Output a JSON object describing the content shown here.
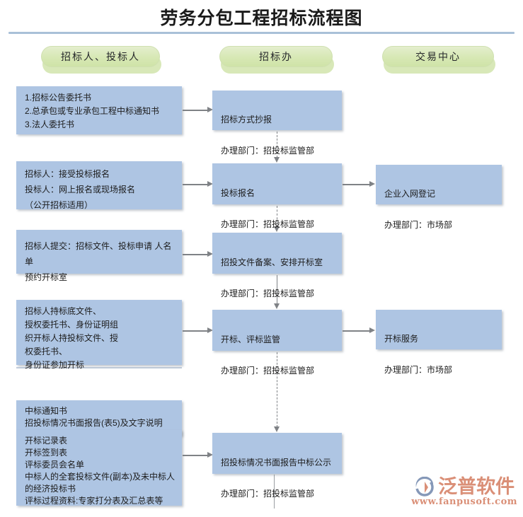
{
  "page": {
    "title": "劳务分包工程招标流程图",
    "accent_rule_color": "#a9c0d8",
    "box_fill_color": "#aec5e3",
    "pill_fill_color": "#d7e8b4",
    "connector_color": "#7f8286"
  },
  "columns": [
    {
      "key": "bidder",
      "label": "招标人、投标人"
    },
    {
      "key": "bid_office",
      "label": "招标办"
    },
    {
      "key": "trade_center",
      "label": "交易中心"
    }
  ],
  "left_column": {
    "boxes": [
      {
        "id": "l1",
        "text": "1.招标公告委托书\n2.总承包或专业承包工程中标通知书\n3.法人委托书"
      },
      {
        "id": "l2",
        "text": "招标人：接受投标报名\n投标人：网上报名或现场报名\n（公开招标适用）"
      },
      {
        "id": "l3",
        "text": "招标人提交：招标文件、投标申请 人名单\n预约开标室"
      },
      {
        "id": "l4",
        "text": "招标人持标底文件、\n授权委托书、身份证明组\n织开标人持投标文件、授\n权委托书、\n身份证参加开标"
      },
      {
        "id": "l5",
        "text": "中标通知书\n招投标情况书面报告(表5)及文字说明\n开标记录表"
      },
      {
        "id": "l6",
        "text": "开标记录表\n开标签到表\n评标委员会名单\n中标人的全套投标文件(副本)及未中标人\n的经济投标书\n评标过程资料:专家打分表及汇总表等"
      }
    ]
  },
  "middle_column": {
    "boxes": [
      {
        "id": "m1",
        "title": "招标方式抄报",
        "dept": "办理部门：招投标监管部"
      },
      {
        "id": "m2",
        "title": "投标报名",
        "dept": "办理部门：招投标监管部"
      },
      {
        "id": "m3",
        "title": "招投文件备案、安排开标室",
        "dept": "办理部门：招投标监管部"
      },
      {
        "id": "m4",
        "title": "开标、评标监管",
        "dept": "办理部门：招投标监管部"
      },
      {
        "id": "m5",
        "title": "招投标情况书面报告中标公示",
        "dept": "办理部门：招投标监管部"
      }
    ]
  },
  "right_column": {
    "boxes": [
      {
        "id": "r1",
        "title": "企业入网登记",
        "dept": "办理部门：市场部"
      },
      {
        "id": "r2",
        "title": "开标服务",
        "dept": "办理部门：市场部"
      }
    ]
  },
  "watermark": {
    "brand": "泛普软件",
    "url": "www.fanpusoft.com"
  }
}
